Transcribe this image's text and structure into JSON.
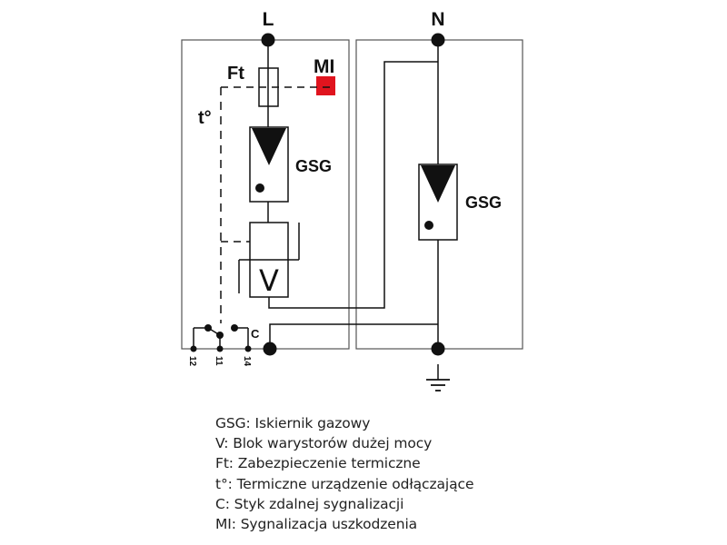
{
  "diagram": {
    "terminals": {
      "line": "L",
      "neutral": "N"
    },
    "component_labels": {
      "thermal_fuse": "Ft",
      "fault_indicator": "MI",
      "thermal_disconnector": "t°",
      "gas_discharge_tube_left": "GSG",
      "gas_discharge_tube_right": "GSG",
      "varistor": "V",
      "remote_contact": "C"
    },
    "contact_pins": [
      "12",
      "11",
      "14"
    ],
    "colors": {
      "fault_indicator": "#e0141e",
      "wire": "#111111",
      "module_outline": "#555555"
    }
  },
  "legend": [
    "GSG: Iskiernik gazowy",
    "V: Blok warystorów dużej mocy",
    "Ft: Zabezpieczenie termiczne",
    "t°: Termiczne urządzenie odłączające",
    "C: Styk zdalnej sygnalizacji",
    "MI: Sygnalizacja uszkodzenia"
  ]
}
